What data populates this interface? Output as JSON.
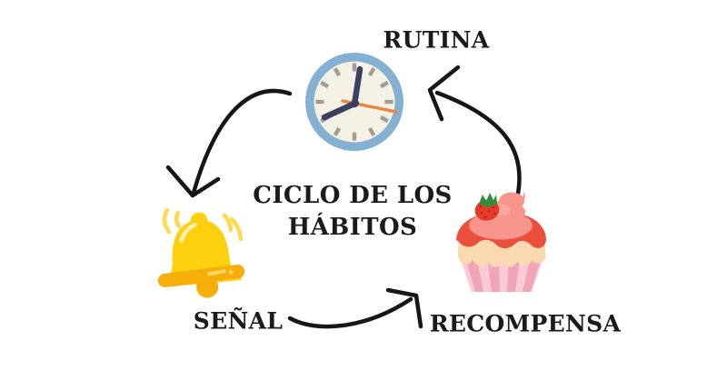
{
  "title": {
    "line1": "CICLO DE LOS",
    "line2": "HÁBITOS"
  },
  "nodes": {
    "rutina": {
      "label": "RUTINA",
      "icon": "clock-icon"
    },
    "senal": {
      "label": "SEÑAL",
      "icon": "bell-icon"
    },
    "recompensa": {
      "label": "RECOMPENSA",
      "icon": "cupcake-icon"
    }
  },
  "colors": {
    "background": "#ffffff",
    "text": "#1b1b1b",
    "arrow": "#161616",
    "clock_ring": "#84b0d1",
    "clock_face": "#f6f1e5",
    "clock_tick": "#a59d94",
    "clock_hand": "#3a4161",
    "clock_second": "#e8853f",
    "bell_body": "#ffd00e",
    "bell_dark": "#f6ae0a",
    "bell_shine": "#fff0b6",
    "bell_ring_lines": "#ffd94f",
    "cup_wrapper": "#f9cbd6",
    "cup_stripe": "#f1a4b6",
    "cup_cake": "#fbd9b0",
    "cup_icing": "#e94f3b",
    "cup_frosting": "#f7948b",
    "cup_frosting_light": "#f9a79e",
    "strawberry": "#e63a2d",
    "strawberry_seed": "#b8281e",
    "strawberry_leaf": "#2f8e3c"
  }
}
